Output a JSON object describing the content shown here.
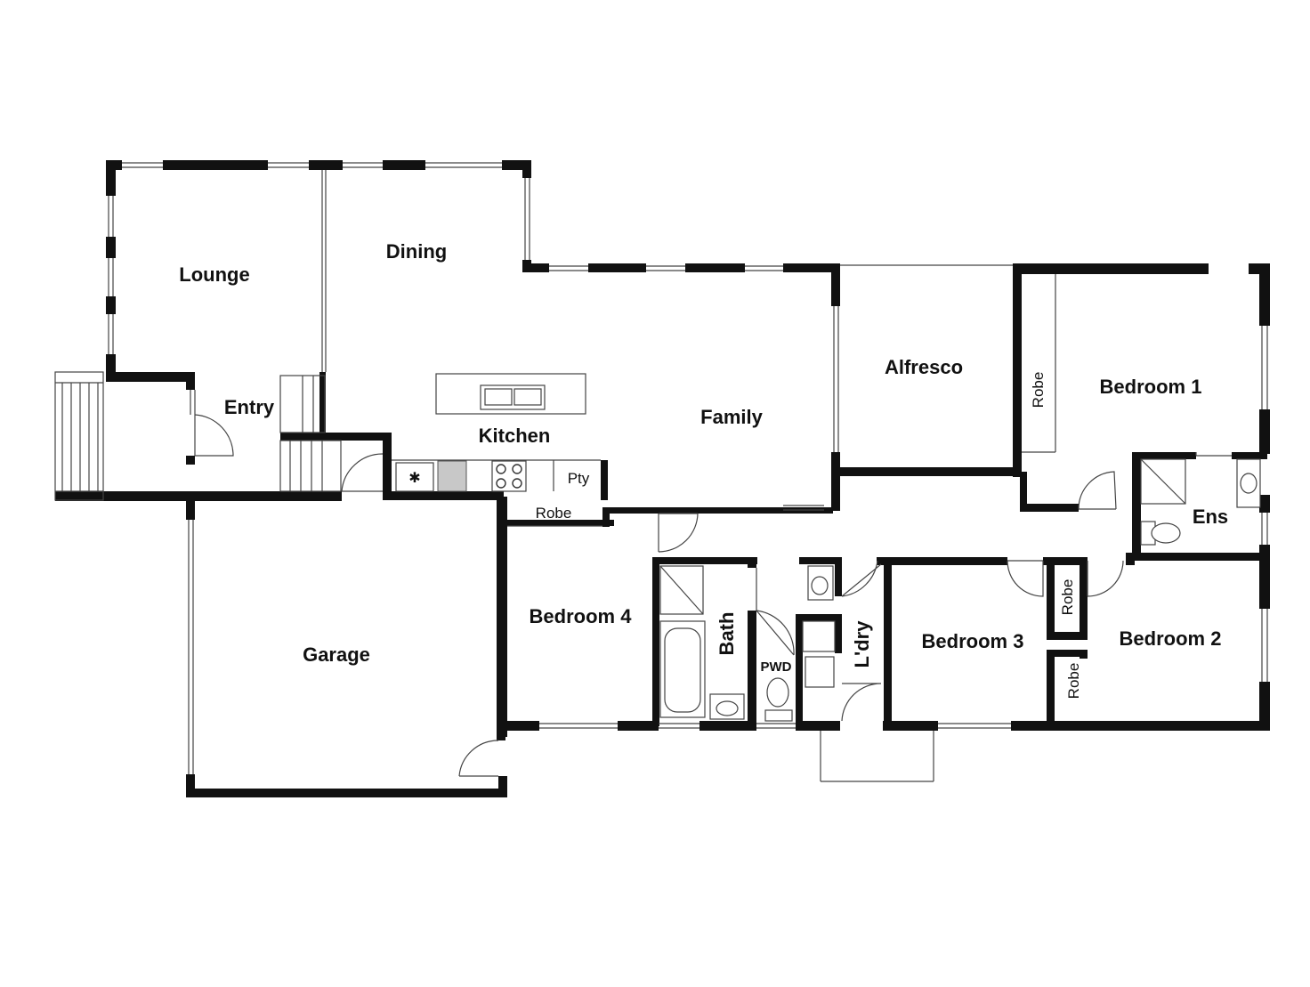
{
  "plan": {
    "rooms": {
      "lounge": "Lounge",
      "dining": "Dining",
      "entry": "Entry",
      "kitchen": "Kitchen",
      "family": "Family",
      "alfresco": "Alfresco",
      "bedroom1": "Bedroom 1",
      "bedroom2": "Bedroom 2",
      "bedroom3": "Bedroom 3",
      "bedroom4": "Bedroom 4",
      "garage": "Garage",
      "bath": "Bath",
      "pwd": "PWD",
      "laundry": "L'dry",
      "ensuite": "Ens",
      "pantry": "Pty",
      "robe_b4": "Robe",
      "robe_b1": "Robe",
      "robe_b3": "Robe",
      "robe_b2": "Robe"
    }
  }
}
